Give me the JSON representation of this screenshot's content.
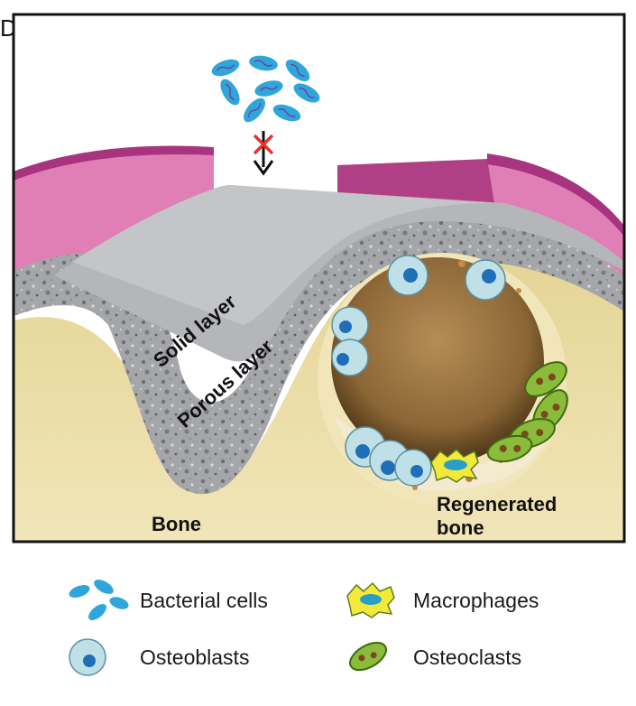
{
  "panel_label": "D)",
  "diagram": {
    "labels": {
      "solid_layer": "Solid layer",
      "porous_layer": "Porous layer",
      "bone": "Bone",
      "regenerated_line1": "Regenerated",
      "regenerated_line2": "bone"
    },
    "colors": {
      "gum_top": "#a8347f",
      "gum_face": "#e07fb6",
      "bone": "#e3d28f",
      "solid_layer": "#b5b6b9",
      "porous_layer": "#999a9d",
      "cavity": "#a07a44",
      "osteoblast": "#bfe0e6",
      "nucleus": "#1f6fb8",
      "bacteria": "#2ea6dc",
      "blocked_x": "#e8322a",
      "macrophage": "#f2e93a",
      "osteoclast": "#8bbb3a"
    }
  },
  "legend": [
    {
      "icon": "bacteria-icon",
      "label": "Bacterial cells"
    },
    {
      "icon": "macrophage-icon",
      "label": "Macrophages"
    },
    {
      "icon": "osteoblast-icon",
      "label": "Osteoblasts"
    },
    {
      "icon": "osteoclast-icon",
      "label": "Osteoclasts"
    }
  ]
}
